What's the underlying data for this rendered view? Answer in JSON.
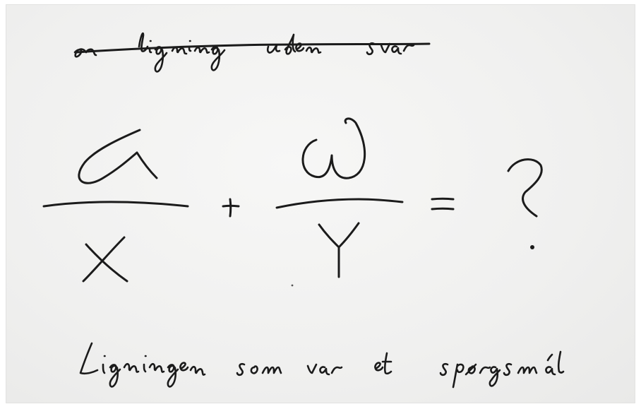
{
  "note": {
    "crossed_out_heading": "en ligning uden svar",
    "equation": {
      "numerator_left": "α",
      "denominator_left": "X",
      "operator_plus": "+",
      "numerator_right": "ω",
      "denominator_right": "Y",
      "operator_equals": "=",
      "result": "?"
    },
    "caption": "Ligningen som var et spørgsmål"
  },
  "colors": {
    "ink": "#1b1b1b",
    "paper": "#f0f0ef",
    "background": "#ffffff"
  }
}
